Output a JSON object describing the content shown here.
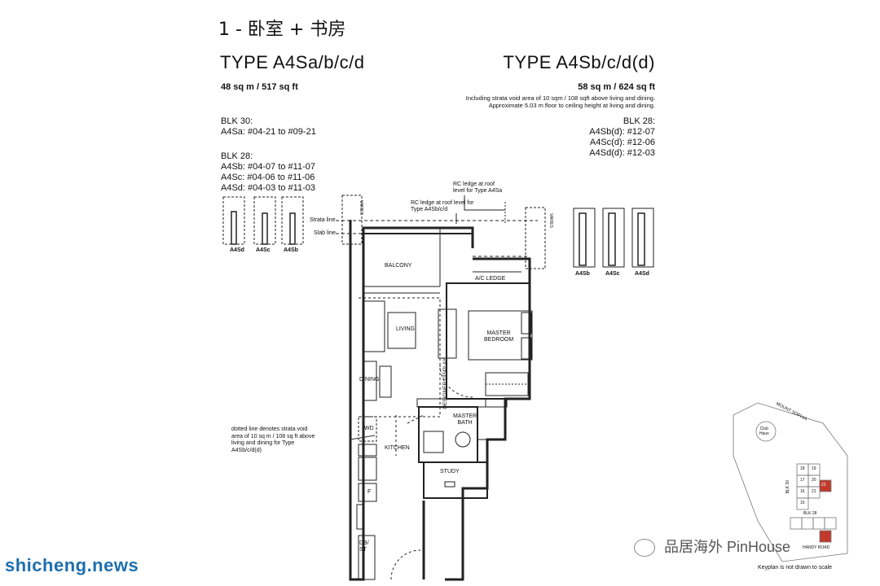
{
  "header": {
    "section_title": "1 - 卧室 + 书房"
  },
  "left_unit": {
    "type_title": "TYPE A4Sa/b/c/d",
    "area": "48 sq m / 517 sq ft",
    "blk30_title": "BLK 30:",
    "blk30_lines": [
      "A4Sa: #04-21 to #09-21"
    ],
    "blk28_title": "BLK 28:",
    "blk28_lines": [
      "A4Sb: #04-07 to #11-07",
      "A4Sc: #04-06 to #11-06",
      "A4Sd: #04-03 to #11-03"
    ],
    "icons": [
      "A4Sd",
      "A4Sc",
      "A4Sb"
    ]
  },
  "right_unit": {
    "type_title": "TYPE A4Sb/c/d(d)",
    "area": "58 sq m / 624 sq ft",
    "note_lines": [
      "Including strata void area of 10 sqm / 108 sqft above living and dining.",
      "Approximate 5.03 m floor to ceiling height at living and dining."
    ],
    "blk28_title": "BLK 28:",
    "blk28_lines": [
      "A4Sb(d): #12-07",
      "A4Sc(d): #12-06",
      "A4Sd(d): #12-03"
    ],
    "icons": [
      "A4Sb",
      "A4Sc",
      "A4Sd"
    ]
  },
  "plan": {
    "rooms": {
      "balcony": "BALCONY",
      "ac_ledge": "A/C LEDGE",
      "living": "LIVING",
      "designer_display": "DESIGNER DISPLAY",
      "master_bedroom_1": "MASTER",
      "master_bedroom_2": "BEDROOM",
      "dining": "DINING",
      "wd": "WD",
      "kitchen": "KITCHEN",
      "master_bath_1": "MASTER",
      "master_bath_2": "BATH",
      "study": "STUDY",
      "fridge": "F",
      "db_st_1": "DB/",
      "db_st_2": "ST"
    },
    "strata_line": "Strata line",
    "slab_line": "Slab line",
    "varies": "VARIES",
    "rc_ledge_a4sa_1": "RC ledge at roof",
    "rc_ledge_a4sa_2": "level for Type A4Sa",
    "rc_ledge_a4sb_1": "RC ledge at roof level for",
    "rc_ledge_a4sb_2": "Type A4Sb/c/d",
    "dotted_note": [
      "dotted line denotes strata void",
      "area of 10 sq m / 108 sq ft above",
      "living and dining for Type",
      "A4Sb/c/d(d)"
    ]
  },
  "keyplan": {
    "road_1": "MOUNT SOPHIA",
    "road_2": "HANDY ROAD",
    "club": "Club",
    "club_2": "Haus",
    "blk30": "BLK 30",
    "blk28": "BLK 28",
    "units": [
      "18",
      "17",
      "16",
      "15",
      "19",
      "20",
      "21",
      "22"
    ],
    "caption": "Keyplan is not drawn to scale"
  },
  "watermark": "shicheng.news",
  "wechat_label": "品居海外 PinHouse",
  "colors": {
    "accent": "#c0392b",
    "watermark": "#1d6fae"
  }
}
